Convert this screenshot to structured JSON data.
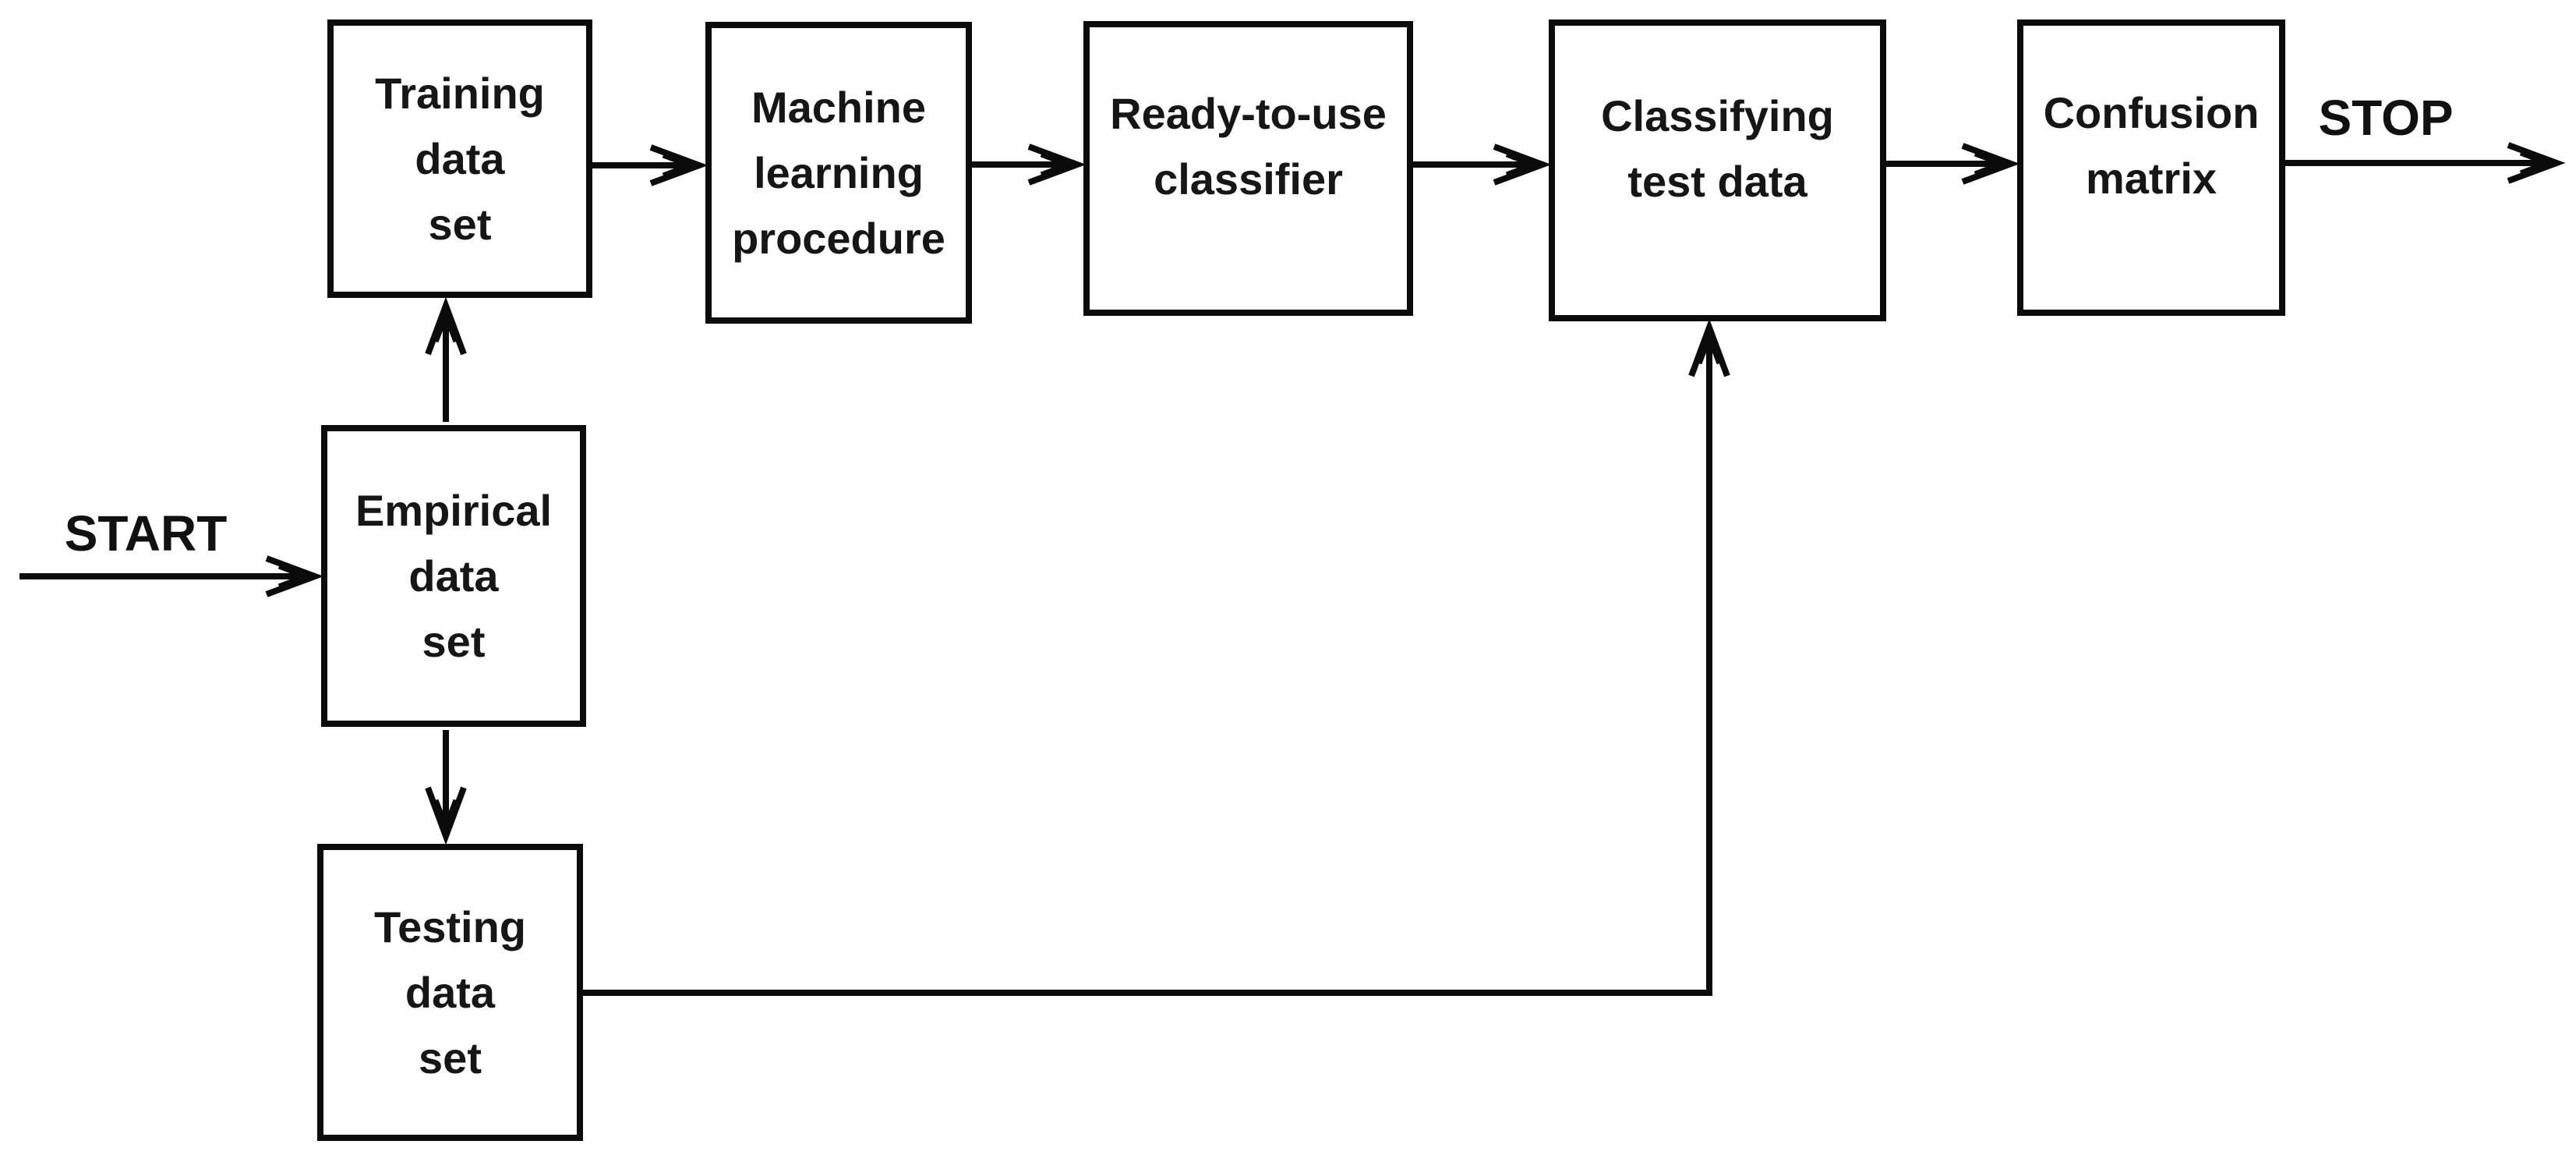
{
  "diagram": {
    "start_label": "START",
    "stop_label": "STOP",
    "nodes": {
      "training": {
        "label": "Training data set",
        "lines": [
          "Training",
          "data",
          "set"
        ]
      },
      "ml": {
        "label": "Machine learning procedure",
        "lines": [
          "Machine",
          "learning",
          "procedure"
        ]
      },
      "ready": {
        "label": "Ready-to-use classifier",
        "lines": [
          "Ready-to-use",
          "classifier"
        ]
      },
      "classifying": {
        "label": "Classifying test data",
        "lines": [
          "Classifying",
          "test data"
        ]
      },
      "confusion": {
        "label": "Confusion matrix",
        "lines": [
          "Confusion",
          "matrix"
        ]
      },
      "empirical": {
        "label": "Empirical data set",
        "lines": [
          "Empirical",
          "data",
          "set"
        ]
      },
      "testing": {
        "label": "Testing data set",
        "lines": [
          "Testing",
          "data",
          "set"
        ]
      }
    },
    "edges": [
      {
        "from": "START",
        "to": "Empirical data set"
      },
      {
        "from": "Empirical data set",
        "to": "Training data set"
      },
      {
        "from": "Empirical data set",
        "to": "Testing data set"
      },
      {
        "from": "Training data set",
        "to": "Machine learning procedure"
      },
      {
        "from": "Machine learning procedure",
        "to": "Ready-to-use classifier"
      },
      {
        "from": "Ready-to-use classifier",
        "to": "Classifying test data"
      },
      {
        "from": "Testing data set",
        "to": "Classifying test data"
      },
      {
        "from": "Classifying test data",
        "to": "Confusion matrix"
      },
      {
        "from": "Confusion matrix",
        "to": "STOP"
      }
    ],
    "colors": {
      "line": "#0b0b0b",
      "text": "#161616",
      "background": "#ffffff"
    }
  }
}
